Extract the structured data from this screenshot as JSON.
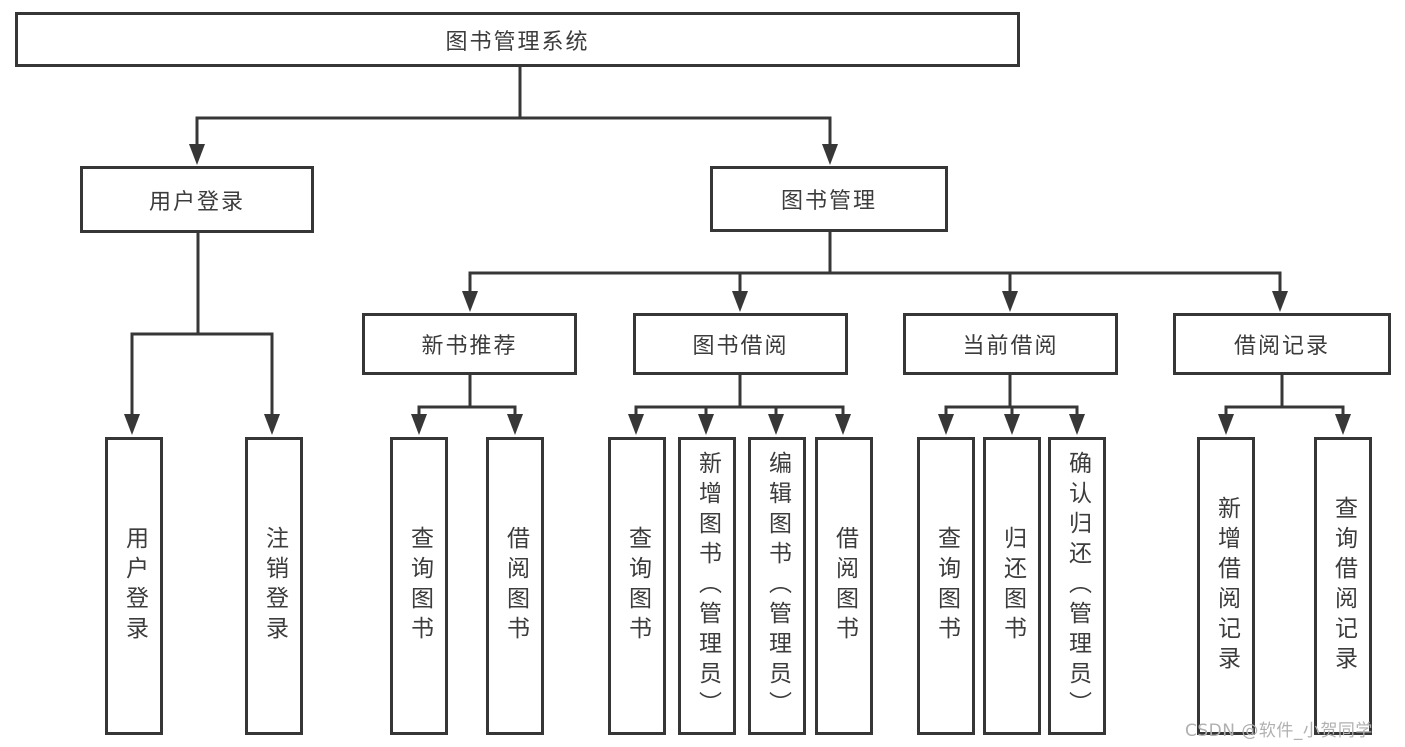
{
  "diagram": {
    "root": {
      "label": "图书管理系统"
    },
    "branches": [
      {
        "label": "用户登录",
        "children": [
          {
            "label": "用户登录"
          },
          {
            "label": "注销登录"
          }
        ]
      },
      {
        "label": "图书管理",
        "children": [
          {
            "label": "新书推荐",
            "children": [
              {
                "label": "查询图书"
              },
              {
                "label": "借阅图书"
              }
            ]
          },
          {
            "label": "图书借阅",
            "children": [
              {
                "label": "查询图书"
              },
              {
                "label": "新增图书（管理员）"
              },
              {
                "label": "编辑图书（管理员）"
              },
              {
                "label": "借阅图书"
              }
            ]
          },
          {
            "label": "当前借阅",
            "children": [
              {
                "label": "查询图书"
              },
              {
                "label": "归还图书"
              },
              {
                "label": "确认归还（管理员）"
              }
            ]
          },
          {
            "label": "借阅记录",
            "children": [
              {
                "label": "新增借阅记录"
              },
              {
                "label": "查询借阅记录"
              }
            ]
          }
        ]
      }
    ]
  },
  "watermark": {
    "text": "CSDN @软件_小贺同学"
  },
  "colors": {
    "line": "#373737",
    "box_border": "#363636",
    "text": "#3c3c3c",
    "watermark": "#b0b0b0",
    "background": "#ffffff"
  }
}
